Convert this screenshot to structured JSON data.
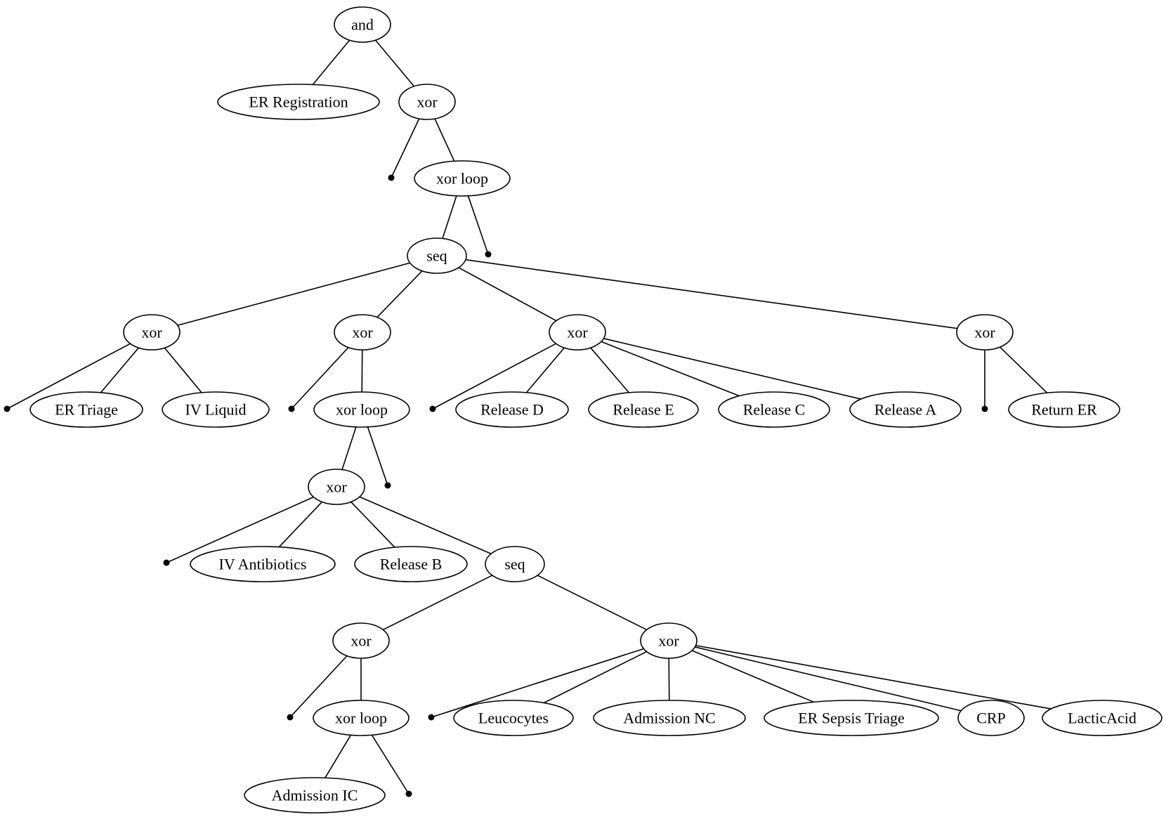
{
  "colors": {
    "stroke": "#000000",
    "background": "#ffffff"
  },
  "nodes": [
    {
      "id": "n_and",
      "label": "and"
    },
    {
      "id": "n_er_reg",
      "label": "ER Registration"
    },
    {
      "id": "n_xor1",
      "label": "xor"
    },
    {
      "id": "t1",
      "label": ""
    },
    {
      "id": "n_loop1",
      "label": "xor loop"
    },
    {
      "id": "n_seq1",
      "label": "seq"
    },
    {
      "id": "t2",
      "label": ""
    },
    {
      "id": "n_xorA",
      "label": "xor"
    },
    {
      "id": "n_xorB",
      "label": "xor"
    },
    {
      "id": "n_xorC",
      "label": "xor"
    },
    {
      "id": "n_xorD",
      "label": "xor"
    },
    {
      "id": "tA",
      "label": ""
    },
    {
      "id": "n_er_triage",
      "label": "ER Triage"
    },
    {
      "id": "n_iv_liquid",
      "label": "IV Liquid"
    },
    {
      "id": "tB",
      "label": ""
    },
    {
      "id": "n_loop2",
      "label": "xor loop"
    },
    {
      "id": "tC",
      "label": ""
    },
    {
      "id": "n_rel_d",
      "label": "Release D"
    },
    {
      "id": "n_rel_e",
      "label": "Release E"
    },
    {
      "id": "n_rel_c",
      "label": "Release C"
    },
    {
      "id": "n_rel_a",
      "label": "Release A"
    },
    {
      "id": "tD",
      "label": ""
    },
    {
      "id": "n_return_er",
      "label": "Return ER"
    },
    {
      "id": "n_xor_inner",
      "label": "xor"
    },
    {
      "id": "tL2",
      "label": ""
    },
    {
      "id": "tI",
      "label": ""
    },
    {
      "id": "n_iv_anti",
      "label": "IV Antibiotics"
    },
    {
      "id": "n_rel_b",
      "label": "Release B"
    },
    {
      "id": "n_seq2",
      "label": "seq"
    },
    {
      "id": "n_xorE",
      "label": "xor"
    },
    {
      "id": "n_xorF",
      "label": "xor"
    },
    {
      "id": "tE",
      "label": ""
    },
    {
      "id": "n_loop3",
      "label": "xor loop"
    },
    {
      "id": "tF",
      "label": ""
    },
    {
      "id": "n_leuco",
      "label": "Leucocytes"
    },
    {
      "id": "n_adm_nc",
      "label": "Admission NC"
    },
    {
      "id": "n_sepsis",
      "label": "ER Sepsis Triage"
    },
    {
      "id": "n_crp",
      "label": "CRP"
    },
    {
      "id": "n_lactic",
      "label": "LacticAcid"
    },
    {
      "id": "n_adm_ic",
      "label": "Admission IC"
    },
    {
      "id": "tL3",
      "label": ""
    }
  ],
  "edges": [
    [
      "n_and",
      "n_er_reg"
    ],
    [
      "n_and",
      "n_xor1"
    ],
    [
      "n_xor1",
      "t1"
    ],
    [
      "n_xor1",
      "n_loop1"
    ],
    [
      "n_loop1",
      "n_seq1"
    ],
    [
      "n_loop1",
      "t2"
    ],
    [
      "n_seq1",
      "n_xorA"
    ],
    [
      "n_seq1",
      "n_xorB"
    ],
    [
      "n_seq1",
      "n_xorC"
    ],
    [
      "n_seq1",
      "n_xorD"
    ],
    [
      "n_xorA",
      "tA"
    ],
    [
      "n_xorA",
      "n_er_triage"
    ],
    [
      "n_xorA",
      "n_iv_liquid"
    ],
    [
      "n_xorB",
      "tB"
    ],
    [
      "n_xorB",
      "n_loop2"
    ],
    [
      "n_xorC",
      "tC"
    ],
    [
      "n_xorC",
      "n_rel_d"
    ],
    [
      "n_xorC",
      "n_rel_e"
    ],
    [
      "n_xorC",
      "n_rel_c"
    ],
    [
      "n_xorC",
      "n_rel_a"
    ],
    [
      "n_xorD",
      "tD"
    ],
    [
      "n_xorD",
      "n_return_er"
    ],
    [
      "n_loop2",
      "n_xor_inner"
    ],
    [
      "n_loop2",
      "tL2"
    ],
    [
      "n_xor_inner",
      "tI"
    ],
    [
      "n_xor_inner",
      "n_iv_anti"
    ],
    [
      "n_xor_inner",
      "n_rel_b"
    ],
    [
      "n_xor_inner",
      "n_seq2"
    ],
    [
      "n_seq2",
      "n_xorE"
    ],
    [
      "n_seq2",
      "n_xorF"
    ],
    [
      "n_xorE",
      "tE"
    ],
    [
      "n_xorE",
      "n_loop3"
    ],
    [
      "n_xorF",
      "tF"
    ],
    [
      "n_xorF",
      "n_leuco"
    ],
    [
      "n_xorF",
      "n_adm_nc"
    ],
    [
      "n_xorF",
      "n_sepsis"
    ],
    [
      "n_xorF",
      "n_crp"
    ],
    [
      "n_xorF",
      "n_lactic"
    ],
    [
      "n_loop3",
      "n_adm_ic"
    ],
    [
      "n_loop3",
      "tL3"
    ]
  ]
}
